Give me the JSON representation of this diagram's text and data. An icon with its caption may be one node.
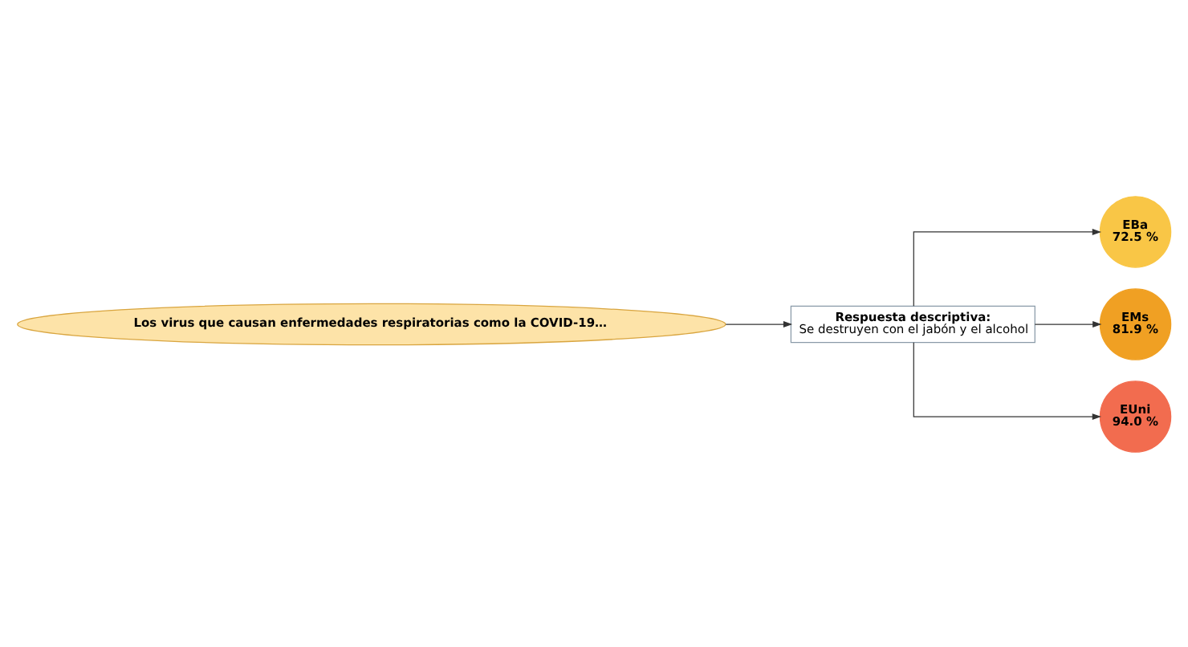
{
  "diagram": {
    "nodes": [
      {
        "text": [
          "Los virus que causan enfermedades respiratorias como la COVID-19…"
        ]
      },
      {
        "text": [
          "Respuesta descriptiva:",
          "Se destruyen con el jabón y el alcohol"
        ]
      },
      {
        "text": [
          "EBa",
          "72.5 %"
        ]
      },
      {
        "text": [
          "EMs",
          "81.9 %"
        ]
      },
      {
        "text": [
          "EUni",
          "94.0 %"
        ]
      }
    ],
    "edges": [
      {
        "from": 0,
        "to": 1,
        "arrow": "to"
      },
      {
        "from": 1,
        "to": 2,
        "arrow": "to"
      },
      {
        "from": 1,
        "to": 3,
        "arrow": "to"
      },
      {
        "from": 1,
        "to": 4,
        "arrow": "to"
      }
    ]
  }
}
